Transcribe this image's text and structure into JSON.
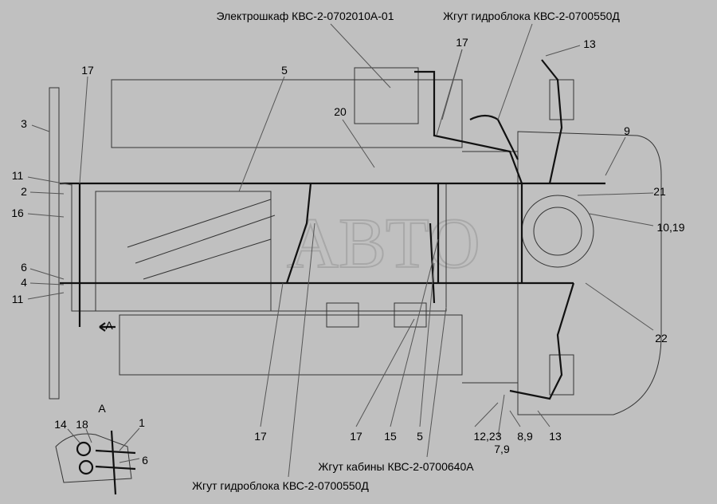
{
  "title_labels": {
    "electrical_cabinet": "Электрошкаф КВС-2-0702010А-01",
    "hydro_harness_top": "Жгут гидроблока КВС-2-0700550Д",
    "cab_harness": "Жгут кабины КВС-2-0700640А",
    "hydro_harness_bottom": "Жгут гидроблока КВС-2-0700550Д"
  },
  "callouts": {
    "c17_left": "17",
    "c5_top": "5",
    "c17_top": "17",
    "c13_top": "13",
    "c3": "3",
    "c20": "20",
    "c9": "9",
    "c11_top": "11",
    "c2": "2",
    "c21": "21",
    "c16": "16",
    "c10_19": "10,19",
    "c6": "6",
    "c4": "4",
    "c11_bottom": "11",
    "c22": "22",
    "view_a_arrow": "А",
    "c17_bottom1": "17",
    "c17_bottom2": "17",
    "c15": "15",
    "c5_bottom": "5",
    "c12_23": "12,23",
    "c7_9": "7,9",
    "c8_9": "8,9",
    "c13_bottom": "13"
  },
  "detail_a": {
    "title": "А",
    "c14": "14",
    "c18": "18",
    "c1": "1",
    "c6": "6"
  }
}
